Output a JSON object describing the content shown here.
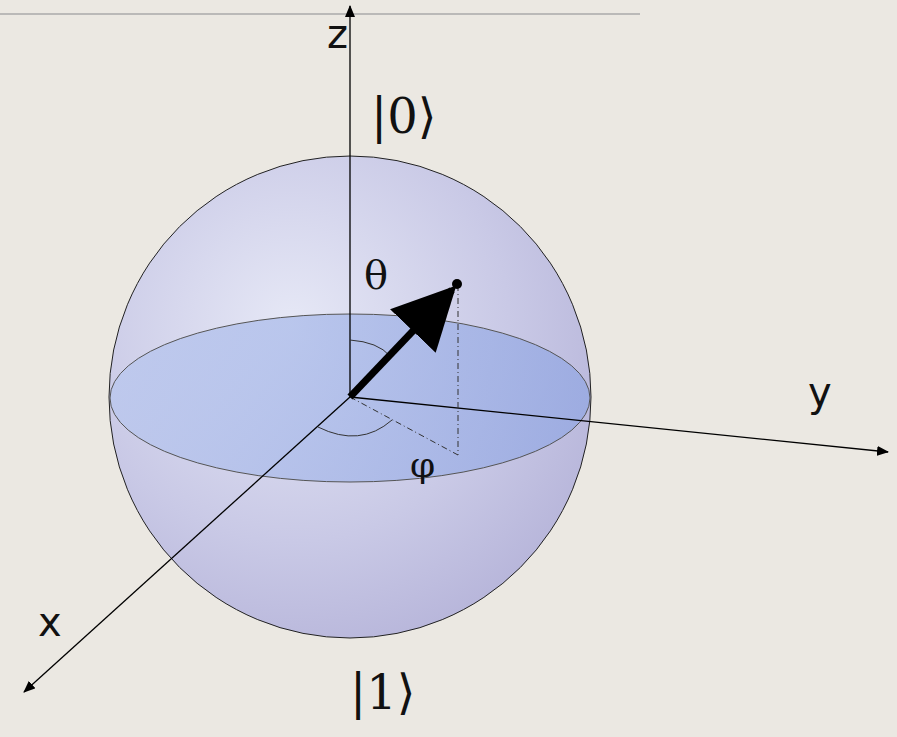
{
  "diagram": {
    "labels": [
      "z",
      "|0⟩",
      "θ",
      "y",
      "φ",
      "x",
      "|1⟩"
    ]
  }
}
